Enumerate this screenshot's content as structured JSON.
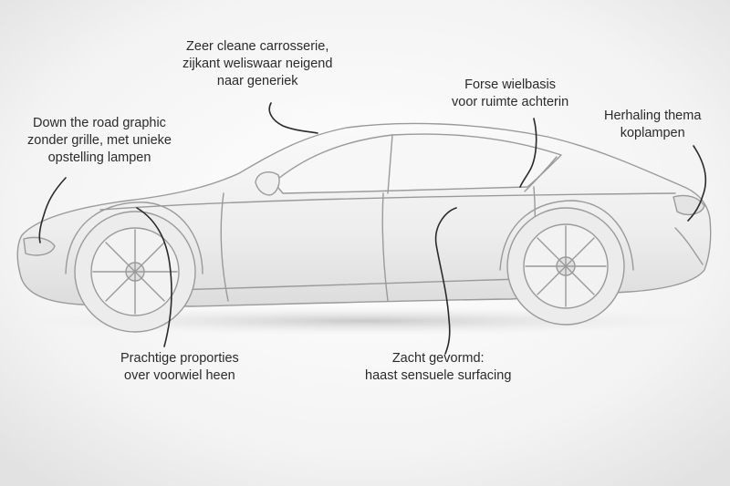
{
  "annotations": {
    "carrosserie": [
      "Zeer cleane carrosserie,",
      "zijkant weliswaar neigend",
      "naar generiek"
    ],
    "wielbasis": [
      "Forse wielbasis",
      "voor ruimte achterin"
    ],
    "koplampen": [
      "Herhaling thema",
      "koplampen"
    ],
    "front": [
      "Down the road graphic",
      "zonder grille, met unieke",
      "opstelling lampen"
    ],
    "proporties": [
      "Prachtige proporties",
      "over voorwiel heen"
    ],
    "surfacing": [
      "Zacht gevormd:",
      "haast sensuele surfacing"
    ]
  },
  "colors": {
    "background": "#f5f5f5",
    "car_line": "#9a9a9a",
    "car_body": "#eeeeee",
    "leader_line": "#2a2a2a",
    "text": "#2b2b2b"
  },
  "icons": {
    "car": "car-side-sketch"
  }
}
